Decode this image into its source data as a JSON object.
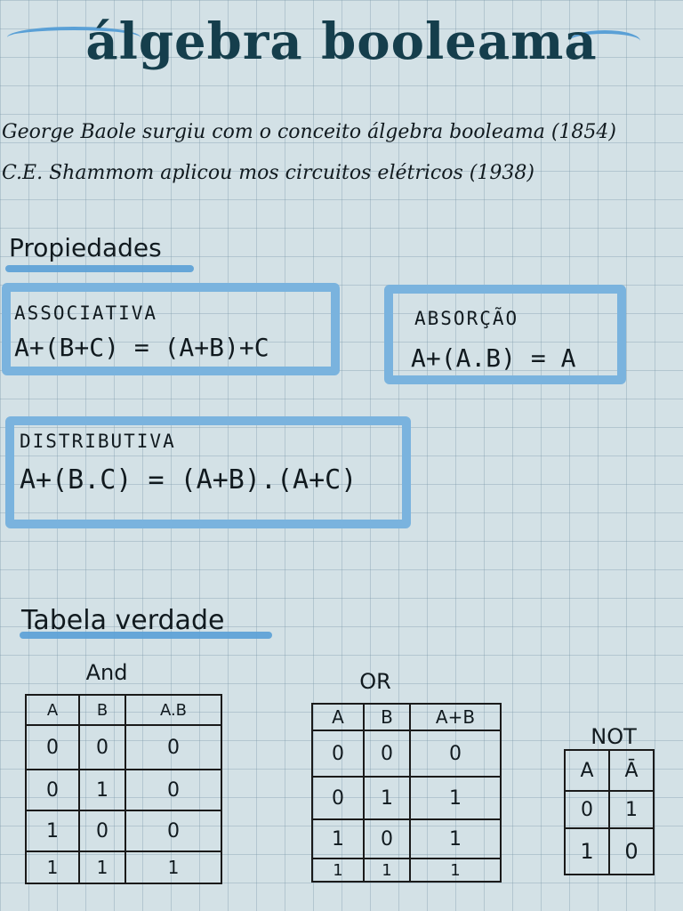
{
  "title": "álgebra booleama",
  "intro": {
    "line1": "George Baole surgiu com o conceito álgebra booleama (1854)",
    "line2": "C.E. Shammom aplicou mos circuitos elétricos (1938)"
  },
  "properties": {
    "heading": "Propiedades",
    "associativa": {
      "name": "Associativa",
      "formula": "A+(B+C) = (A+B)+C"
    },
    "absorcao": {
      "name": "Absorção",
      "formula": "A+(A.B) = A"
    },
    "distributiva": {
      "name": "Distributiva",
      "formula": "A+(B.C) = (A+B).(A+C)"
    }
  },
  "truth_tables": {
    "heading": "Tabela verdade",
    "and": {
      "title": "And",
      "headers": [
        "A",
        "B",
        "A.B"
      ],
      "rows": [
        [
          "0",
          "0",
          "0"
        ],
        [
          "0",
          "1",
          "0"
        ],
        [
          "1",
          "0",
          "0"
        ],
        [
          "1",
          "1",
          "1"
        ]
      ]
    },
    "or": {
      "title": "OR",
      "headers": [
        "A",
        "B",
        "A+B"
      ],
      "rows": [
        [
          "0",
          "0",
          "0"
        ],
        [
          "0",
          "1",
          "1"
        ],
        [
          "1",
          "0",
          "1"
        ],
        [
          "1",
          "1",
          "1"
        ]
      ]
    },
    "not": {
      "title": "NOT",
      "headers": [
        "A",
        "Ā"
      ],
      "rows": [
        [
          "0",
          "1"
        ],
        [
          "1",
          "0"
        ]
      ]
    }
  },
  "colors": {
    "accent": "#7ab3de",
    "title": "#153e4c",
    "ink": "#111a1f",
    "paper": "#d3e1e6"
  }
}
